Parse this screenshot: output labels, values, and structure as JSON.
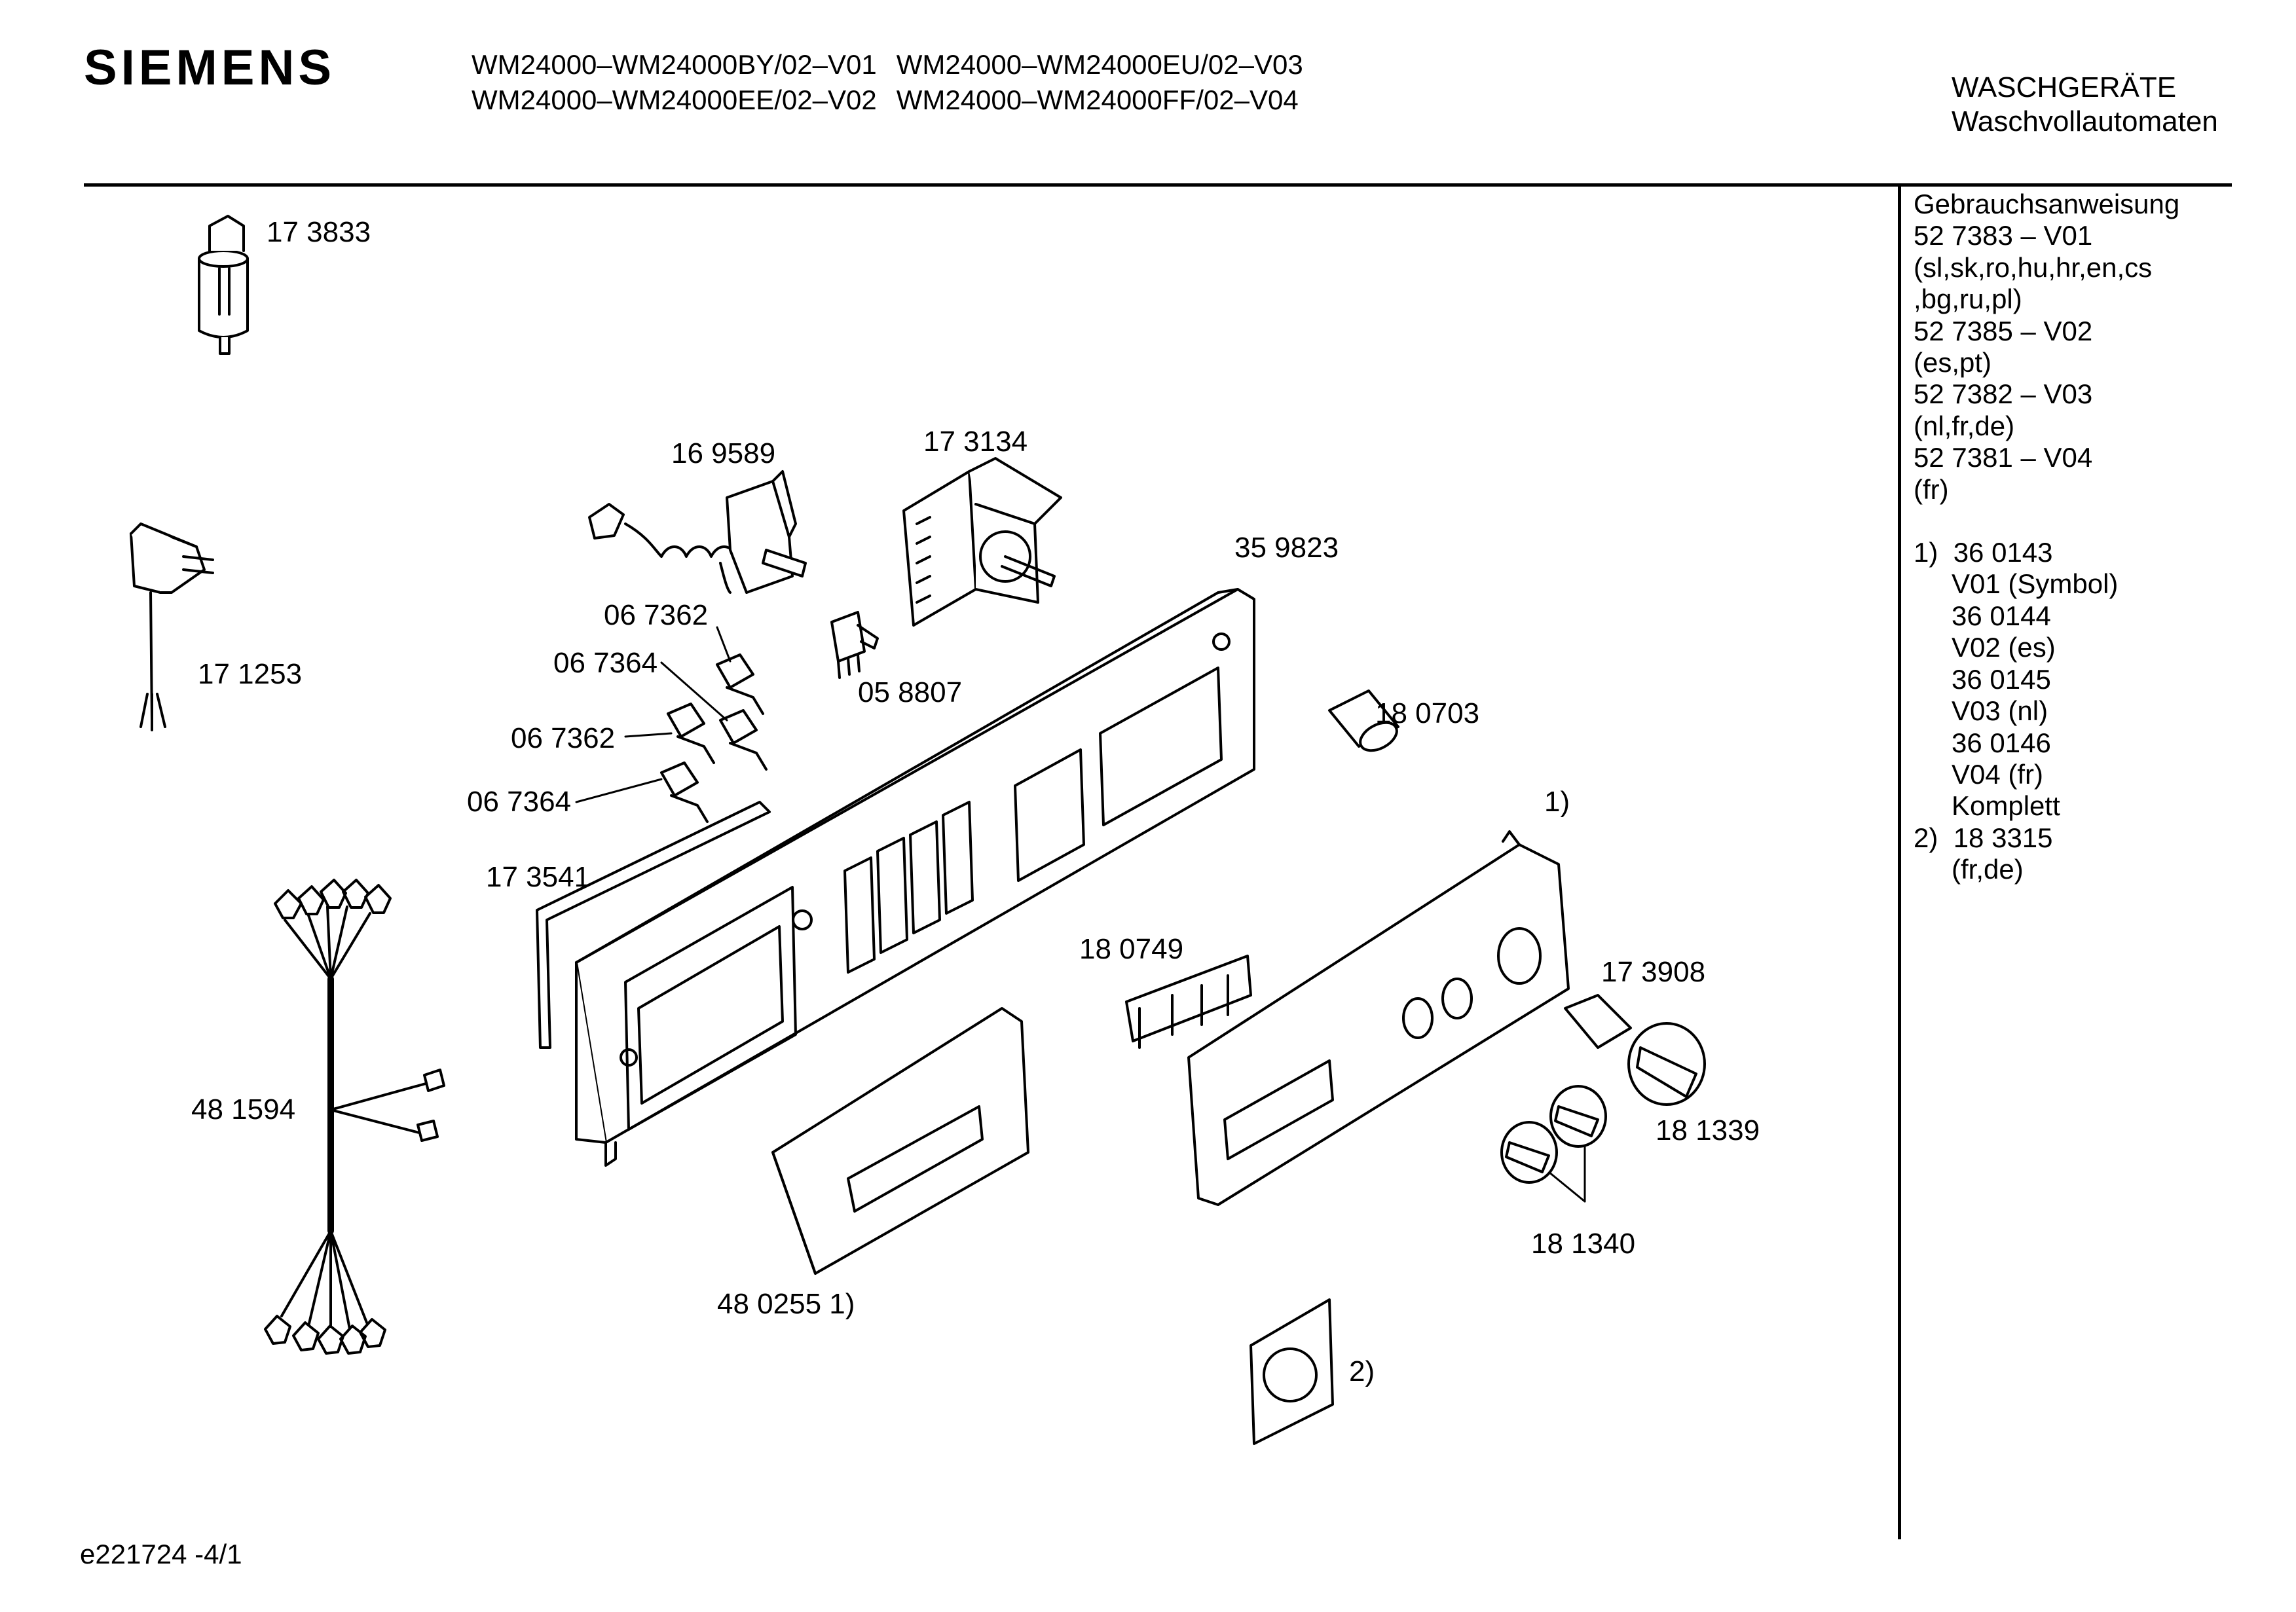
{
  "header": {
    "brand": "SIEMENS",
    "models": [
      [
        "WM24000–WM24000BY/02–V01",
        "WM24000–WM24000EU/02–V03"
      ],
      [
        "WM24000–WM24000EE/02–V02",
        "WM24000–WM24000FF/02–V04"
      ]
    ],
    "category_line1": "WASCHGERÄTE",
    "category_line2": "Waschvollautomaten"
  },
  "sidebar": {
    "lines": [
      "Gebrauchsanweisung",
      "52 7383 – V01",
      "(sl,sk,ro,hu,hr,en,cs",
      ",bg,ru,pl)",
      "52 7385 – V02",
      "(es,pt)",
      "52 7382 – V03",
      "(nl,fr,de)",
      "52 7381 – V04",
      "(fr)"
    ],
    "notes": [
      {
        "mark": "1)",
        "lines": [
          "36 0143",
          "V01 (Symbol)",
          "36 0144",
          "V02 (es)",
          "36 0145",
          "V03 (nl)",
          "36 0146",
          "V04 (fr)",
          "Komplett"
        ]
      },
      {
        "mark": "2)",
        "lines": [
          "18 3315",
          "(fr,de)"
        ]
      }
    ]
  },
  "parts": [
    "17 3833",
    "17 1253",
    "16 9589",
    "17 3134",
    "35 9823",
    "06 7362",
    "06 7364",
    "06 7362",
    "06 7364",
    "05 8807",
    "18 0703",
    "1)",
    "17 3541",
    "18 0749",
    "17 3908",
    "48 1594",
    "18 1339",
    "18 1340",
    "48 0255 1)",
    "2)"
  ],
  "footer": {
    "code": "e221724  -4/1"
  }
}
